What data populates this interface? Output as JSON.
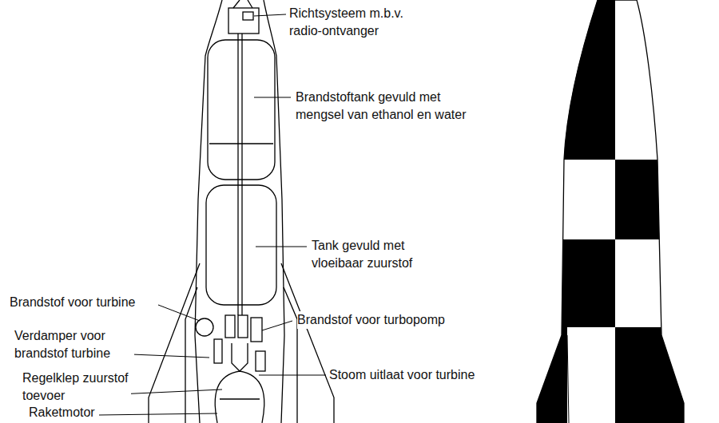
{
  "diagram": {
    "labels": [
      "Richtsysteem m.b.v. radio-ontvanger",
      "Brandstoftank gevuld met mengsel van ethanol en water",
      "Tank gevuld met vloeibaar zuurstof",
      "Brandstof voor turbine",
      "Verdamper voor brandstof turbine",
      "Brandstof voor turbopomp",
      "Regelklep zuurstof toevoer",
      "Stoom uitlaat voor turbine",
      "Raketmotor"
    ]
  }
}
